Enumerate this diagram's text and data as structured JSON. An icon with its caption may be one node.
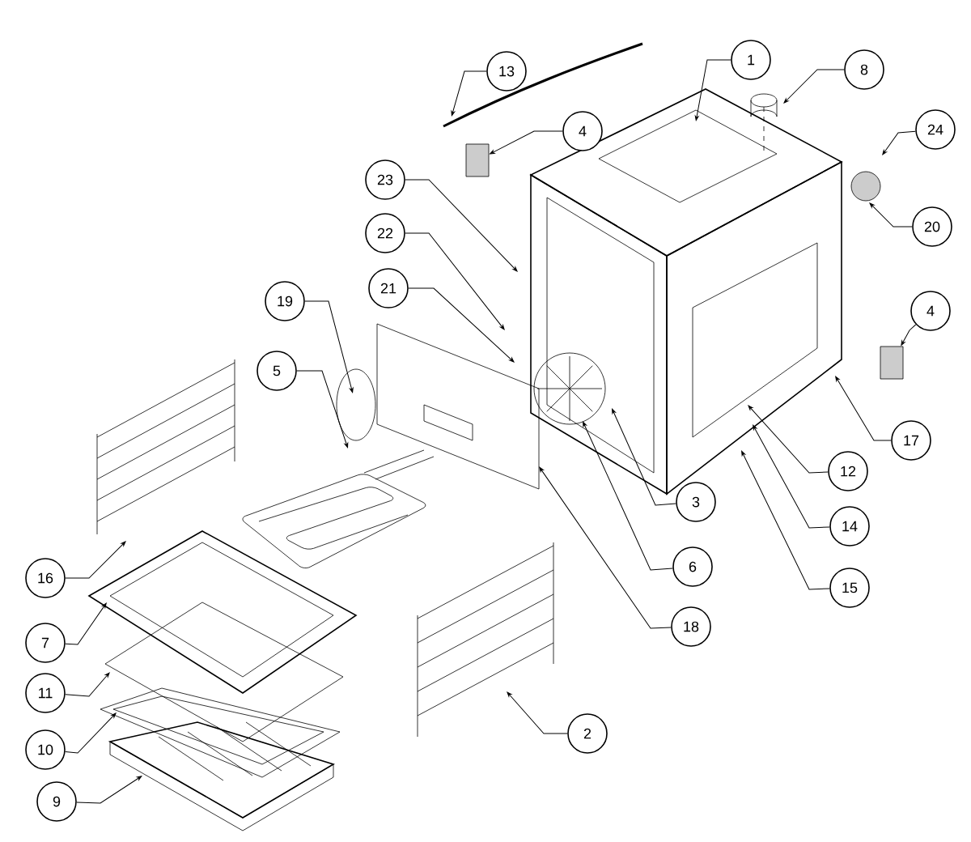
{
  "diagram": {
    "nodes": [
      {
        "text": [
          "13"
        ]
      },
      {
        "text": [
          "1"
        ]
      },
      {
        "text": [
          "8"
        ]
      },
      {
        "text": [
          "4"
        ]
      },
      {
        "text": [
          "24"
        ]
      },
      {
        "text": [
          "23"
        ]
      },
      {
        "text": [
          "20"
        ]
      },
      {
        "text": [
          "22"
        ]
      },
      {
        "text": [
          "19"
        ]
      },
      {
        "text": [
          "21"
        ]
      },
      {
        "text": [
          "4"
        ]
      },
      {
        "text": [
          "5"
        ]
      },
      {
        "text": [
          "17"
        ]
      },
      {
        "text": [
          "12"
        ]
      },
      {
        "text": [
          "3"
        ]
      },
      {
        "text": [
          "14"
        ]
      },
      {
        "text": [
          "16"
        ]
      },
      {
        "text": [
          "6"
        ]
      },
      {
        "text": [
          "15"
        ]
      },
      {
        "text": [
          "18"
        ]
      },
      {
        "text": [
          "7"
        ]
      },
      {
        "text": [
          "11"
        ]
      },
      {
        "text": [
          "2"
        ]
      },
      {
        "text": [
          "10"
        ]
      },
      {
        "text": [
          "9"
        ]
      },
      {
        "text": [],
        "shape": "box"
      },
      {
        "text": [],
        "shape": "box"
      }
    ],
    "edges": [
      {
        "from": 0,
        "to": null,
        "arrow": "to"
      },
      {
        "from": 1,
        "to": null,
        "arrow": "to"
      },
      {
        "from": 2,
        "to": null,
        "arrow": "to"
      },
      {
        "from": 3,
        "to": 25,
        "arrow": "to"
      },
      {
        "from": 4,
        "to": null,
        "arrow": "to"
      },
      {
        "from": 5,
        "to": null,
        "arrow": "to"
      },
      {
        "from": 6,
        "to": null,
        "arrow": "to"
      },
      {
        "from": 7,
        "to": null,
        "arrow": "to"
      },
      {
        "from": 8,
        "to": null,
        "arrow": "to"
      },
      {
        "from": 9,
        "to": null,
        "arrow": "to"
      },
      {
        "from": 10,
        "to": 26,
        "arrow": "to"
      },
      {
        "from": 11,
        "to": null,
        "arrow": "to"
      },
      {
        "from": 12,
        "to": null,
        "arrow": "to"
      },
      {
        "from": 13,
        "to": null,
        "arrow": "to"
      },
      {
        "from": 14,
        "to": null,
        "arrow": "to"
      },
      {
        "from": 15,
        "to": null,
        "arrow": "to"
      },
      {
        "from": 16,
        "to": null,
        "arrow": "to"
      },
      {
        "from": 17,
        "to": null,
        "arrow": "to"
      },
      {
        "from": 18,
        "to": null,
        "arrow": "to"
      },
      {
        "from": 19,
        "to": null,
        "arrow": "to"
      },
      {
        "from": 20,
        "to": null,
        "arrow": "to"
      },
      {
        "from": 21,
        "to": null,
        "arrow": "to"
      },
      {
        "from": 22,
        "to": null,
        "arrow": "to"
      },
      {
        "from": 23,
        "to": null,
        "arrow": "to"
      },
      {
        "from": 24,
        "to": null,
        "arrow": "to"
      }
    ]
  }
}
